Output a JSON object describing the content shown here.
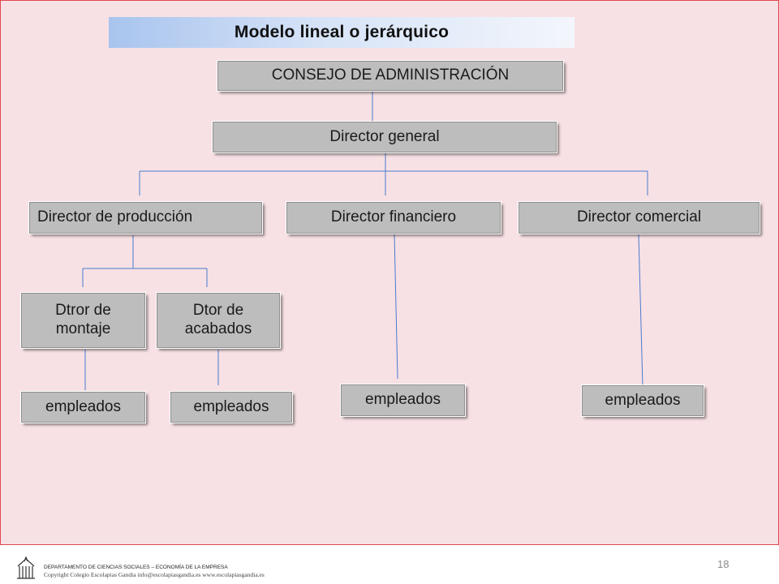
{
  "title": "Modelo lineal o jerárquico",
  "nodes": {
    "consejo": "CONSEJO DE ADMINISTRACIÓN",
    "director_general": "Director general",
    "director_produccion": "Director de producción",
    "director_financiero": "Director financiero",
    "director_comercial": "Director comercial",
    "dtor_montaje": "Dtror de montaje",
    "dtor_acabados": "Dtor de acabados",
    "empleados_montaje": "empleados",
    "empleados_acabados": "empleados",
    "empleados_financiero": "empleados",
    "empleados_comercial": "empleados"
  },
  "footer": {
    "department": "DEPARTAMENTO   DE CIENCIAS  SOCIALES  – ECONOMÍA  DE LA EMPRESA",
    "copyright": "Copyright Colegio Escolapias Gandia  info@escolapiasgandia.es   www.escolapiasgandia.es",
    "page_number": "18"
  },
  "colors": {
    "slide_background": "#f7e1e4",
    "slide_border": "#e0474f",
    "box_fill": "#bdbdbd",
    "connector": "#4a7ad0",
    "title_gradient_start": "#a8c4ee"
  },
  "icons": {
    "crest": "school-crest-icon"
  }
}
